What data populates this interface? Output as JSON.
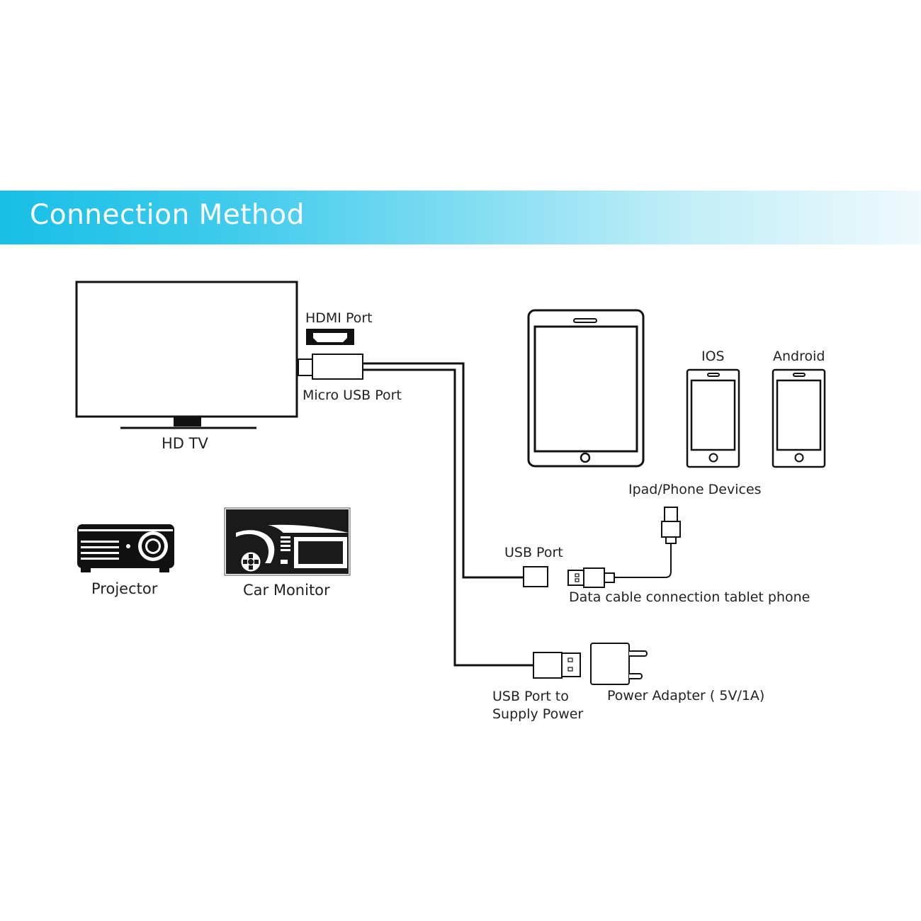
{
  "banner": {
    "title": "Connection Method"
  },
  "labels": {
    "hdmi_port": "HDMI Port",
    "micro_usb_port": "Micro USB Port",
    "hd_tv": "HD TV",
    "ios": "IOS",
    "android": "Android",
    "ipad_phone_devices": "Ipad/Phone Devices",
    "projector": "Projector",
    "car_monitor": "Car Monitor",
    "usb_port": "USB Port",
    "data_cable": "Data cable connection tablet phone",
    "usb_power_line1": "USB Port to",
    "usb_power_line2": "Supply Power",
    "power_adapter": "Power Adapter ( 5V/1A)"
  },
  "colors": {
    "banner_start": "#17bfe6",
    "banner_end": "#eef9fc",
    "line": "#111111",
    "text": "#222222"
  }
}
